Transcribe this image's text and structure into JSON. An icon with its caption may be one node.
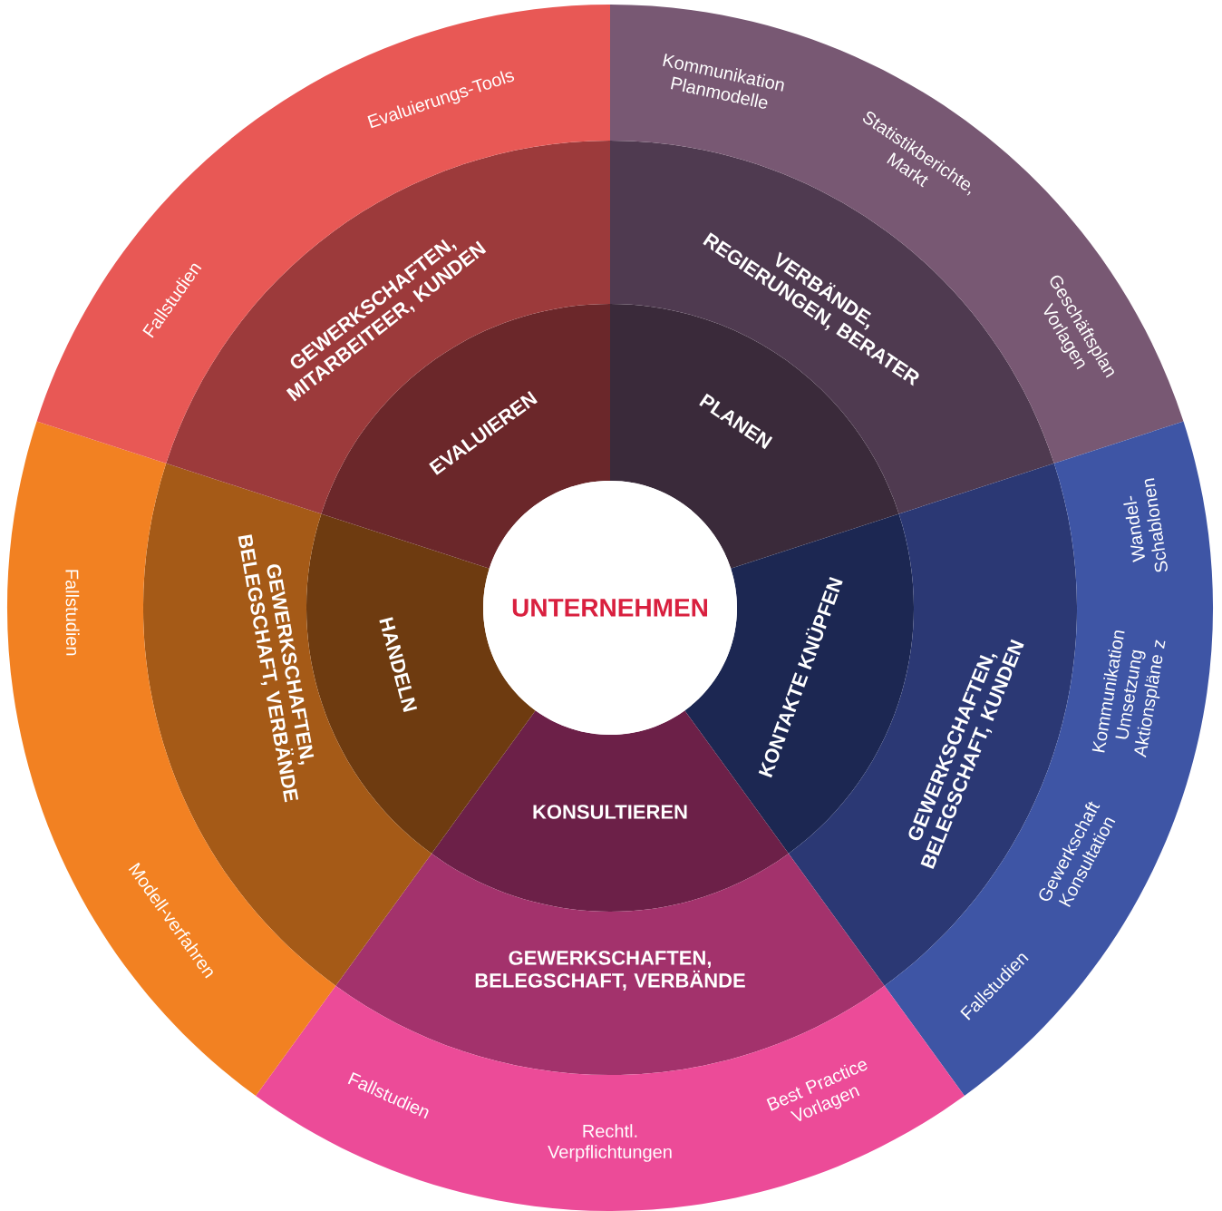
{
  "diagram": {
    "nodes": [
      {
        "text": [
          "UNTERNEHMEN"
        ]
      },
      {
        "text": [
          "PLANEN"
        ]
      },
      {
        "text": [
          "VERBÄNDE, REGIERUNGEN, BERATER"
        ]
      },
      {
        "text": [
          "Kommunikation Planmodelle",
          "Statistikberichte, Markt",
          "Geschäftsplan Vorlagen"
        ]
      },
      {
        "text": [
          "KONTAKTE KNÜPFEN"
        ]
      },
      {
        "text": [
          "GEWERKSCHAFTEN, BELEGSCHAFT, KUNDEN"
        ]
      },
      {
        "text": [
          "Wandel- Schablonen",
          "Kommunikation Umsetzung Aktionspläne z",
          "Gewerkschaft Konsultation",
          "Fallstudien"
        ]
      },
      {
        "text": [
          "KONSULTIEREN"
        ]
      },
      {
        "text": [
          "GEWERKSCHAFTEN, BELEGSCHAFT, VERBÄNDE"
        ]
      },
      {
        "text": [
          "Fallstudien",
          "Rechtl. Verpflichtungen",
          "Best Practice Vorlagen"
        ]
      },
      {
        "text": [
          "HANDELN"
        ]
      },
      {
        "text": [
          "GEWERKSCHAFTEN, BELEGSCHAFT, VERBÄNDE"
        ]
      },
      {
        "text": [
          "Fallstudien",
          "Modell-verfahren"
        ]
      },
      {
        "text": [
          "EVALUIEREN"
        ]
      },
      {
        "text": [
          "GEWERKSCHAFTEN, MITARBEITEER, KUNDEN"
        ]
      },
      {
        "text": [
          "Evaluierungs-Tools",
          "Fallstudien"
        ]
      }
    ]
  }
}
